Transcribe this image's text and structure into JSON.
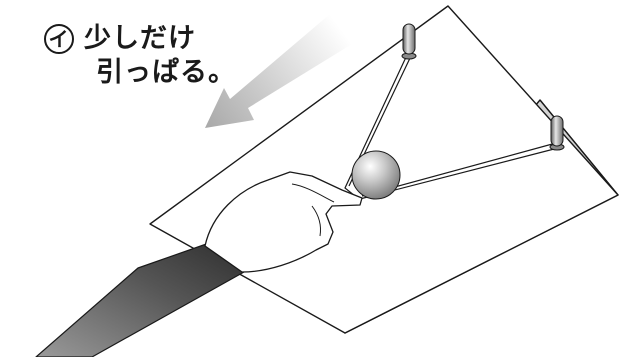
{
  "label": {
    "marker": "イ",
    "line1": "少しだけ",
    "line2": "引っぱる。"
  },
  "colors": {
    "ink": "#1a1a1a",
    "arrow": "#b5b5b5",
    "ramp_side": "#d9d9d9",
    "sleeve": "#4a4a4a",
    "ball": "#9a9a9a"
  }
}
